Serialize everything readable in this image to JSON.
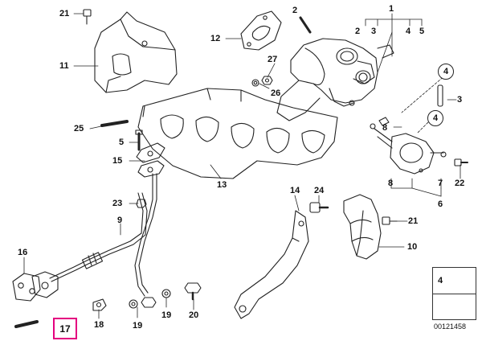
{
  "diagram": {
    "callouts": [
      "1",
      "2",
      "3",
      "4",
      "5",
      "6",
      "7",
      "8",
      "9",
      "10",
      "11",
      "12",
      "13",
      "14",
      "15",
      "16",
      "17",
      "18",
      "19",
      "20",
      "21",
      "22",
      "23",
      "24",
      "25",
      "26",
      "27"
    ],
    "circled_callouts": [
      "4",
      "4"
    ],
    "highlighted_part": "17",
    "legend_part": "4",
    "drawing_code": "00121458",
    "colors": {
      "line": "#222222",
      "highlight": "#e4007f",
      "background": "#ffffff"
    }
  }
}
